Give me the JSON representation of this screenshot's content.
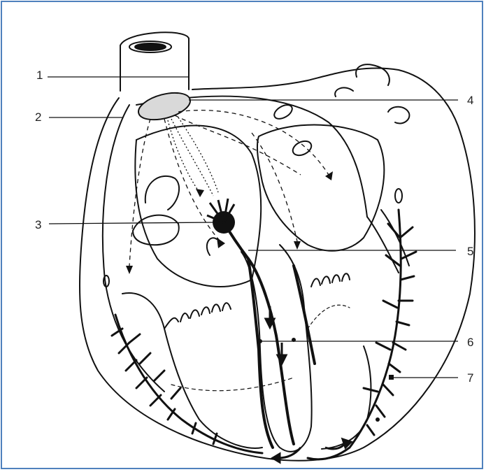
{
  "figure": {
    "border_color": "#4f81bd",
    "labels": [
      "1",
      "2",
      "3",
      "4",
      "5",
      "6",
      "7"
    ]
  }
}
